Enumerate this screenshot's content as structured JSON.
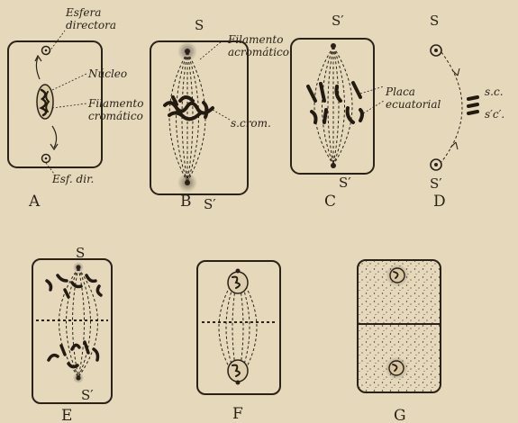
{
  "panels": {
    "A": {
      "id": "A",
      "esfera_directora": "Esfera\ndirectora",
      "nucleo": "Núcleo",
      "filamento_cromatico": "Filamento\ncromático",
      "esf_dir": "Esf. dir."
    },
    "B": {
      "id": "B",
      "pole_top": "S",
      "pole_bottom": "S′",
      "filamento_acromatico": "Filamento\nacromático",
      "s_crom": "s.crom."
    },
    "C": {
      "id": "C",
      "pole_top": "S′",
      "pole_bottom": "S′",
      "placa_ecuatorial": "Placa\necuatorial"
    },
    "D": {
      "id": "D",
      "pole_top": "S",
      "pole_bottom": "S′",
      "sc_top": "s.c.",
      "sc_bottom": "s′c′."
    },
    "E": {
      "id": "E",
      "pole_top": "S",
      "pole_bottom": "S′"
    },
    "F": {
      "id": "F"
    },
    "G": {
      "id": "G"
    }
  }
}
